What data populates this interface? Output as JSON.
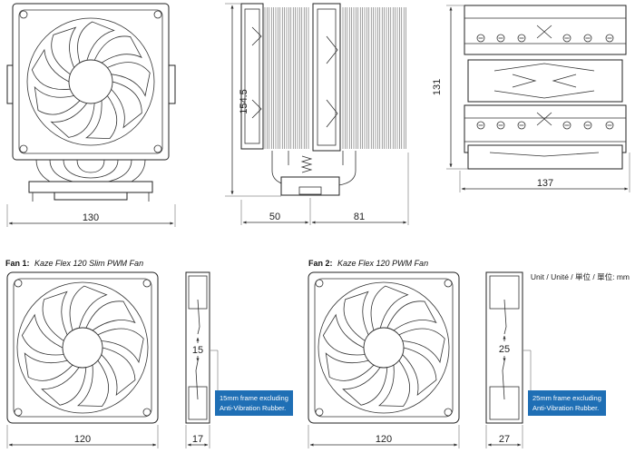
{
  "top_views": {
    "front": {
      "width_label": "130"
    },
    "side": {
      "height_label": "154.5",
      "depth_left_label": "50",
      "depth_right_label": "81"
    },
    "top": {
      "height_label": "131",
      "width_label": "137"
    }
  },
  "fan1": {
    "title_prefix": "Fan 1:",
    "title_name": "Kaze Flex 120 Slim PWM Fan",
    "width_label": "120",
    "inner_label": "15",
    "depth_label": "17",
    "note_line1": "15mm frame excluding",
    "note_line2": "Anti-Vibration Rubber."
  },
  "fan2": {
    "title_prefix": "Fan 2:",
    "title_name": "Kaze Flex 120 PWM Fan",
    "width_label": "120",
    "inner_label": "25",
    "depth_label": "27",
    "note_line1": "25mm frame excluding",
    "note_line2": "Anti-Vibration Rubber."
  },
  "unit_label": "Unit / Unité / 単位 / 單位: mm",
  "colors": {
    "note_box": "#1f6fb5",
    "line": "#333333"
  }
}
